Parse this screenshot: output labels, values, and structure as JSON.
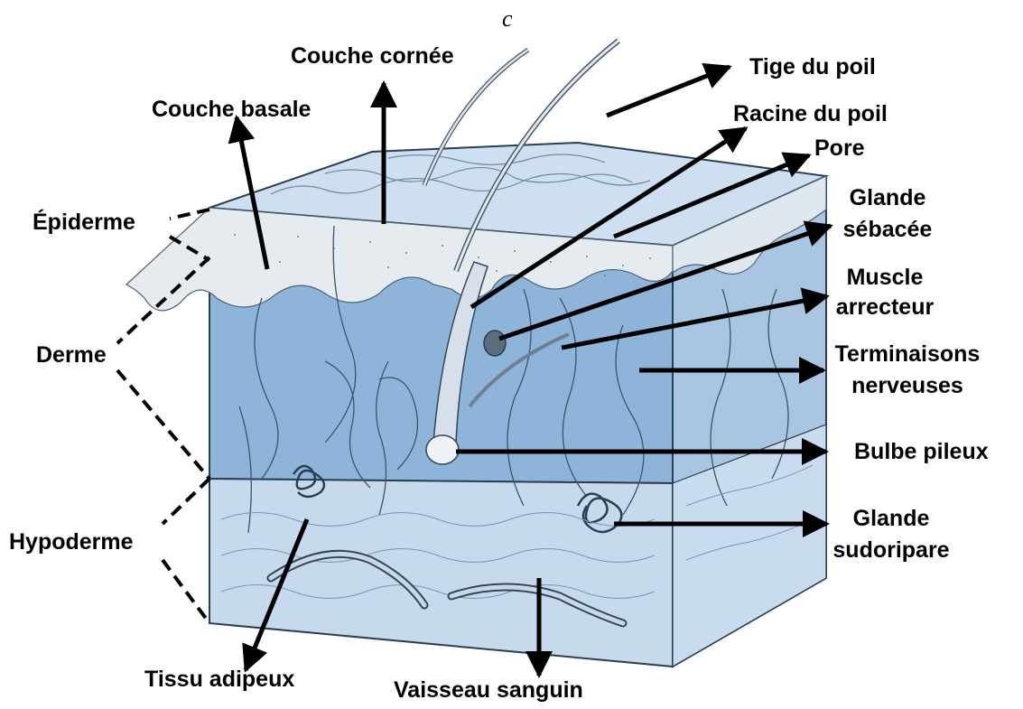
{
  "figure": {
    "caption": "c",
    "colors": {
      "epidermis_top": "#c9dcec",
      "dermis": "#86aed6",
      "dermis_light": "#9dbedf",
      "hypodermis": "#c8daee",
      "side_face": "#b9cfe5",
      "outline": "#2b3e52",
      "arrow": "#000000"
    }
  },
  "labels": {
    "couche_cornee": "Couche cornée",
    "couche_basale": "Couche basale",
    "tige_du_poil": "Tige du poil",
    "racine_du_poil": "Racine du poil",
    "pore": "Pore",
    "glande_sebacee_1": "Glande",
    "glande_sebacee_2": "sébacée",
    "muscle_1": "Muscle",
    "muscle_2": "arrecteur",
    "terminaisons_1": "Terminaisons",
    "terminaisons_2": "nerveuses",
    "bulbe_pileux": "Bulbe pileux",
    "glande_sudoripare_1": "Glande",
    "glande_sudoripare_2": "sudoripare",
    "epiderme": "Épiderme",
    "derme": "Derme",
    "hypoderme": "Hypoderme",
    "tissu_adipeux": "Tissu adipeux",
    "vaisseau_sanguin": "Vaisseau sanguin"
  }
}
